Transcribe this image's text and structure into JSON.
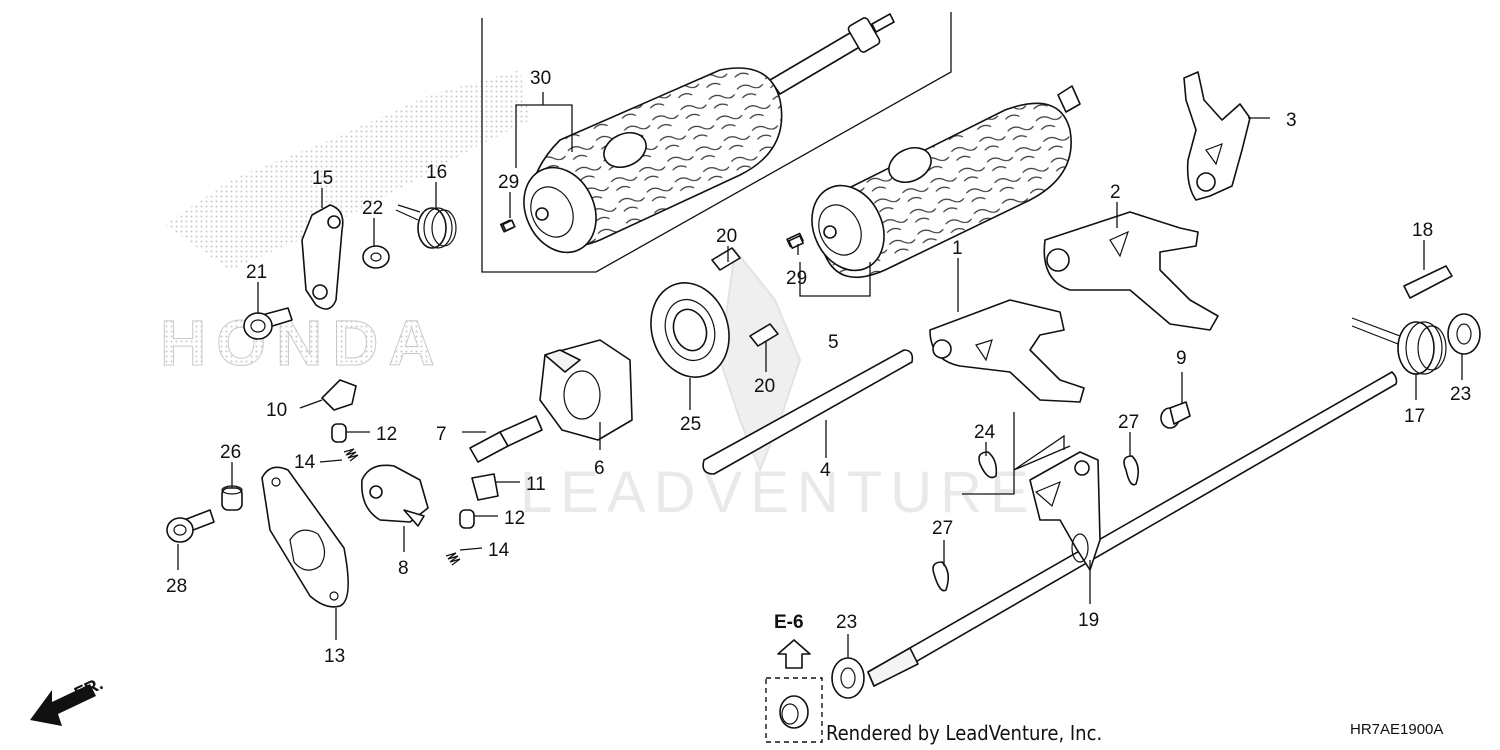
{
  "labels": {
    "p1": "1",
    "p2": "2",
    "p3": "3",
    "p4": "4",
    "p5": "5",
    "p6": "6",
    "p7": "7",
    "p8": "8",
    "p9": "9",
    "p10": "10",
    "p11": "11",
    "p12a": "12",
    "p12b": "12",
    "p13": "13",
    "p14a": "14",
    "p14b": "14",
    "p15": "15",
    "p16": "16",
    "p17": "17",
    "p18": "18",
    "p19": "19",
    "p20a": "20",
    "p20b": "20",
    "p21": "21",
    "p22": "22",
    "p23a": "23",
    "p23b": "23",
    "p24": "24",
    "p25": "25",
    "p26": "26",
    "p27a": "27",
    "p27b": "27",
    "p28": "28",
    "p29a": "29",
    "p29b": "29",
    "p30": "30"
  },
  "reference": "E-6",
  "direction": "FR.",
  "footer": "Rendered by LeadVenture, Inc.",
  "diagram_code": "HR7AE1900A",
  "watermarks": {
    "brand": "HONDA",
    "vendor": "LEADVENTURE"
  },
  "colors": {
    "ink": "#111111",
    "background": "#ffffff",
    "watermark": "#e6e6e6"
  }
}
